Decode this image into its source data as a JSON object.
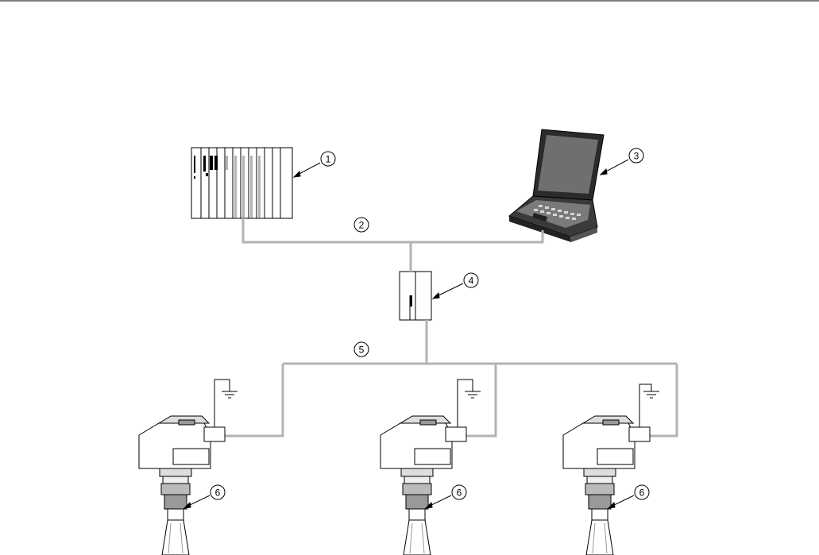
{
  "callouts": {
    "c1": "1",
    "c2": "2",
    "c3": "3",
    "c4": "4",
    "c5": "5",
    "c6a": "6",
    "c6b": "6",
    "c6c": "6"
  },
  "colors": {
    "cable": "#b3b3b3",
    "line": "#000000",
    "device_dark": "#1a1a1a",
    "device_mid": "#6b6b6b",
    "device_light": "#d9d9d9"
  }
}
